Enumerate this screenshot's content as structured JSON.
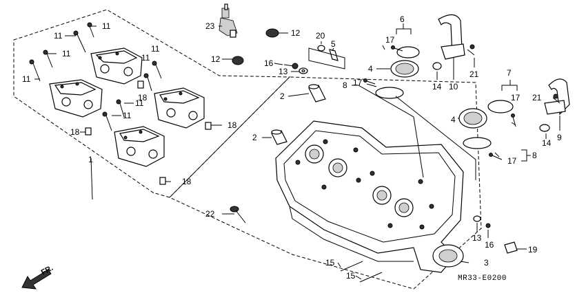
{
  "callouts": {
    "c1": "1",
    "c2a": "2",
    "c2b": "2",
    "c3": "3",
    "c4a": "4",
    "c4b": "4",
    "c5": "5",
    "c6": "6",
    "c7": "7",
    "c8a": "8",
    "c8b": "8",
    "c9": "9",
    "c10": "10",
    "c11a": "11",
    "c11b": "11",
    "c11c": "11",
    "c11d": "11",
    "c11e": "11",
    "c11f": "11",
    "c11g": "11",
    "c11h": "11",
    "c12a": "12",
    "c12b": "12",
    "c13a": "13",
    "c13b": "13",
    "c14a": "14",
    "c14b": "14",
    "c15a": "15",
    "c15b": "15",
    "c16a": "16",
    "c16b": "16",
    "c17a": "17",
    "c17b": "17",
    "c17c": "17",
    "c17d": "17",
    "c18a": "18",
    "c18b": "18",
    "c18c": "18",
    "c18d": "18",
    "c19": "19",
    "c20": "20",
    "c21a": "21",
    "c21b": "21",
    "c22": "22",
    "c23": "23"
  },
  "diagram_code": "MR33-E0200",
  "direction_label": "FR.",
  "icons": {
    "direction": "arrow-forward-icon"
  }
}
